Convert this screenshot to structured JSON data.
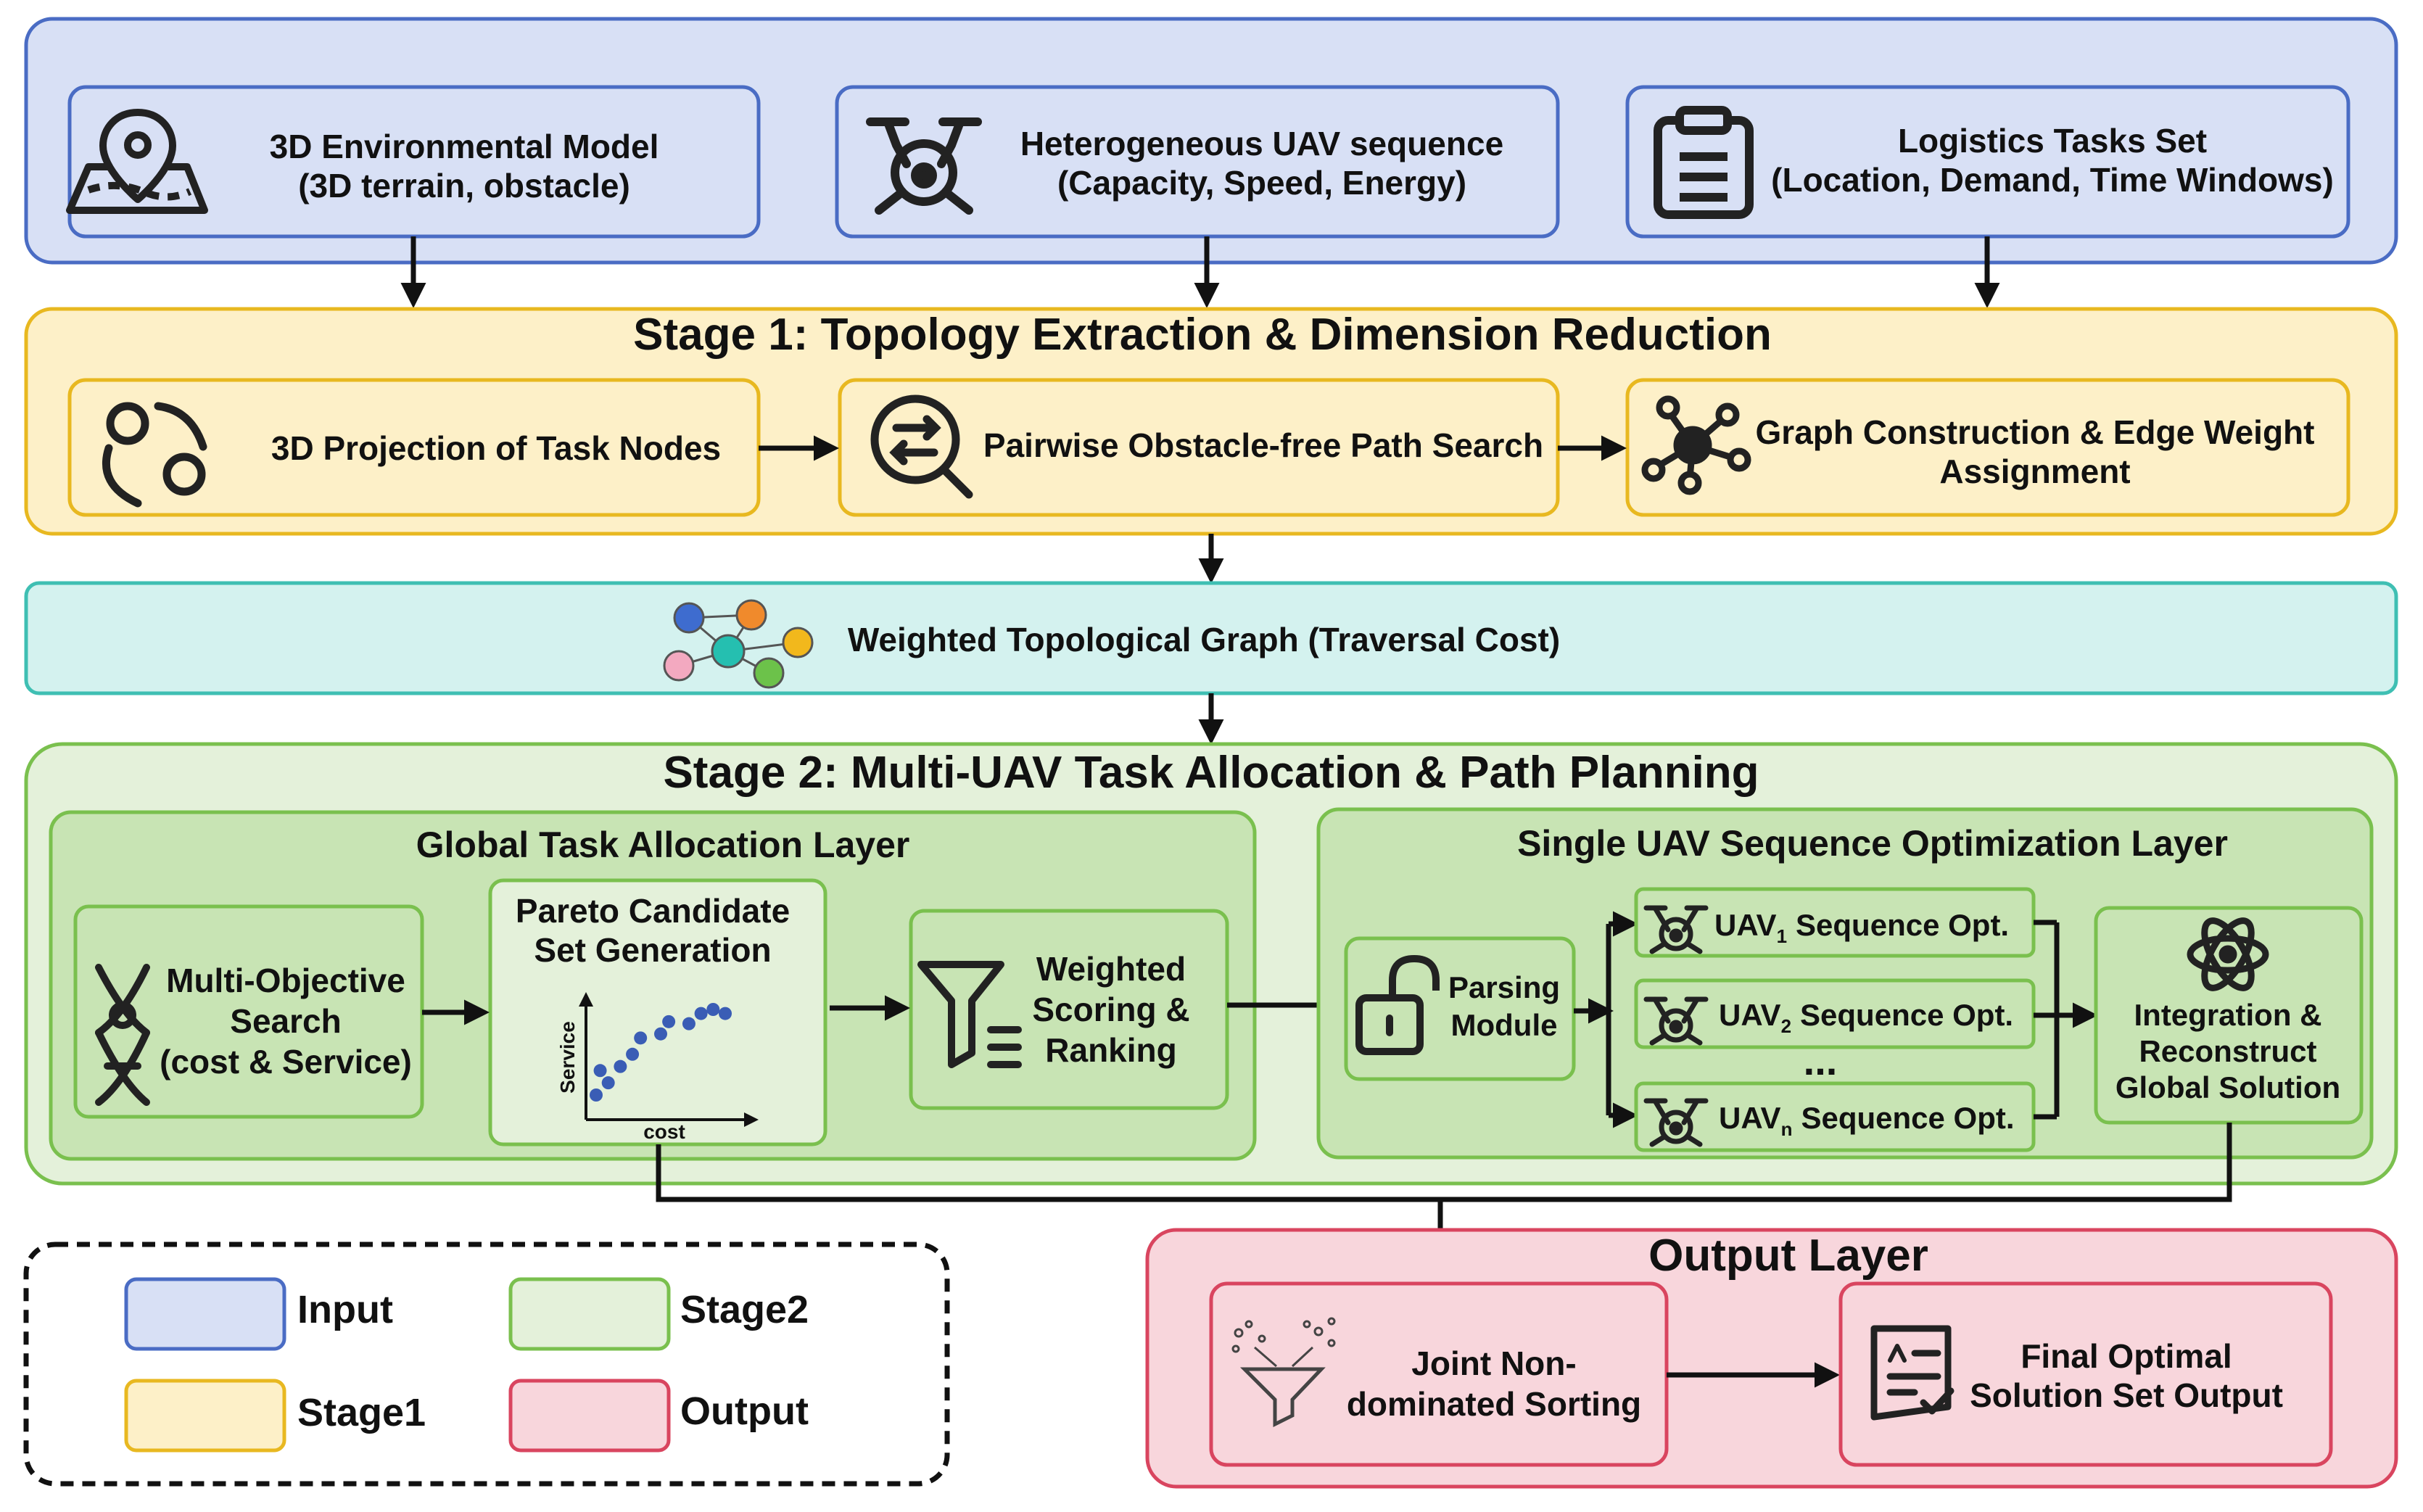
{
  "colors": {
    "input_fill": "#d8e0f5",
    "input_stroke": "#4a6cc4",
    "stage1_fill": "#fdf0c8",
    "stage1_stroke": "#e8b820",
    "graph_fill": "#d4f2ef",
    "graph_stroke": "#3fbfb3",
    "stage2_fill": "#e4f1da",
    "stage2_stroke": "#7ac04e",
    "stage2_inner_fill": "#c8e4b4",
    "output_fill": "#f8d6dc",
    "output_stroke": "#d9455f"
  },
  "input": {
    "env": {
      "line1": "3D Environmental Model",
      "line2": "(3D terrain, obstacle)",
      "icon": "map-pin-icon"
    },
    "uav": {
      "line1": "Heterogeneous UAV sequence",
      "line2": "(Capacity, Speed, Energy)",
      "icon": "drone-icon"
    },
    "tasks": {
      "line1": "Logistics Tasks Set",
      "line2": "(Location, Demand, Time Windows)",
      "icon": "clipboard-icon"
    }
  },
  "stage1": {
    "title": "Stage 1: Topology Extraction & Dimension Reduction",
    "projection": {
      "label": "3D Projection of Task Nodes",
      "icon": "cycle-nodes-icon"
    },
    "path_search": {
      "label": "Pairwise Obstacle-free Path Search",
      "icon": "search-route-icon"
    },
    "graph": {
      "line1": "Graph Construction & Edge Weight",
      "line2": "Assignment",
      "icon": "network-icon"
    }
  },
  "graph_bar": {
    "label": "Weighted Topological Graph (Traversal Cost)",
    "icon": "colored-graph-icon"
  },
  "stage2": {
    "title": "Stage 2: Multi-UAV Task Allocation & Path Planning",
    "global_layer": {
      "title": "Global Task Allocation Layer",
      "mos": {
        "line1": "Multi-Objective",
        "line2": "Search",
        "line3": "(cost & Service)",
        "icon": "dna-person-icon"
      },
      "pareto": {
        "line1": "Pareto Candidate",
        "line2": "Set Generation",
        "xlabel": "cost",
        "ylabel": "Service"
      },
      "scoring": {
        "line1": "Weighted",
        "line2": "Scoring &",
        "line3": "Ranking",
        "icon": "filter-list-icon"
      }
    },
    "single_layer": {
      "title": "Single UAV Sequence Optimization Layer",
      "parsing": {
        "line1": "Parsing",
        "line2": "Module",
        "icon": "unlock-icon"
      },
      "uav1": {
        "prefix": "UAV",
        "sub": "1",
        "suffix": "Sequence Opt."
      },
      "uav2": {
        "prefix": "UAV",
        "sub": "2",
        "suffix": "Sequence Opt."
      },
      "ellipsis": "...",
      "uavn": {
        "prefix": "UAV",
        "sub": "n",
        "suffix": "Sequence Opt."
      },
      "integration": {
        "line1": "Integration &",
        "line2": "Reconstruct",
        "line3": "Global Solution",
        "icon": "atom-icon"
      }
    }
  },
  "output": {
    "title": "Output Layer",
    "sorting": {
      "line1": "Joint Non-",
      "line2": "dominated Sorting",
      "icon": "funnel-particles-icon"
    },
    "final": {
      "line1": "Final Optimal",
      "line2": "Solution Set Output",
      "icon": "certificate-icon"
    }
  },
  "legend": {
    "input": "Input",
    "stage1": "Stage1",
    "stage2": "Stage2",
    "output": "Output"
  },
  "chart_data": {
    "type": "scatter",
    "title": "",
    "xlabel": "cost",
    "ylabel": "Service",
    "points": [
      [
        1.0,
        1.0
      ],
      [
        1.3,
        1.6
      ],
      [
        1.1,
        2.2
      ],
      [
        1.6,
        2.4
      ],
      [
        1.9,
        3.0
      ],
      [
        2.1,
        3.8
      ],
      [
        2.6,
        4.0
      ],
      [
        2.8,
        4.6
      ],
      [
        3.3,
        4.5
      ],
      [
        3.6,
        5.0
      ],
      [
        3.9,
        5.2
      ],
      [
        4.2,
        5.0
      ]
    ]
  }
}
